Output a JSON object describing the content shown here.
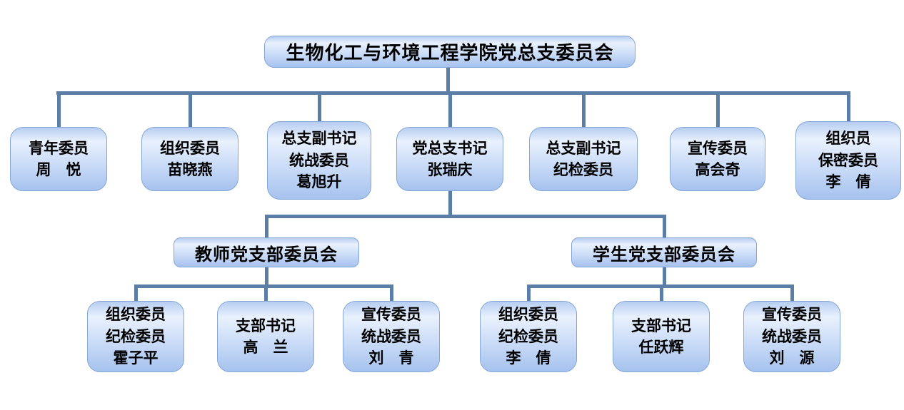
{
  "colors": {
    "connector": "#5b7ea6",
    "box_border": "#85a7d6",
    "box_gradient_top": "#b6cdf1",
    "box_gradient_light": "#e9f1fd",
    "box_gradient_mid": "#cddef8",
    "box_gradient_bottom": "#a6c2ee",
    "text": "#000000",
    "background": "#ffffff"
  },
  "org_chart": {
    "root": {
      "label": "生物化工与环境工程学院党总支委员会"
    },
    "level2": [
      {
        "label": "青年委员\n周　悦"
      },
      {
        "label": "组织委员\n苗晓燕"
      },
      {
        "label": "总支副书记\n统战委员\n葛旭升"
      },
      {
        "label": "党总支书记\n张瑞庆"
      },
      {
        "label": "总支副书记\n纪检委员"
      },
      {
        "label": "宣传委员\n高会奇"
      },
      {
        "label": "组织员\n保密委员\n李　倩"
      }
    ],
    "branches": [
      {
        "label": "教师党支部委员会",
        "members": [
          {
            "label": "组织委员\n纪检委员\n霍子平"
          },
          {
            "label": "支部书记\n高　兰"
          },
          {
            "label": "宣传委员\n统战委员\n刘　青"
          }
        ]
      },
      {
        "label": "学生党支部委员会",
        "members": [
          {
            "label": "组织委员\n纪检委员\n李　倩"
          },
          {
            "label": "支部书记\n任跃辉"
          },
          {
            "label": "宣传委员\n统战委员\n刘　源"
          }
        ]
      }
    ]
  }
}
